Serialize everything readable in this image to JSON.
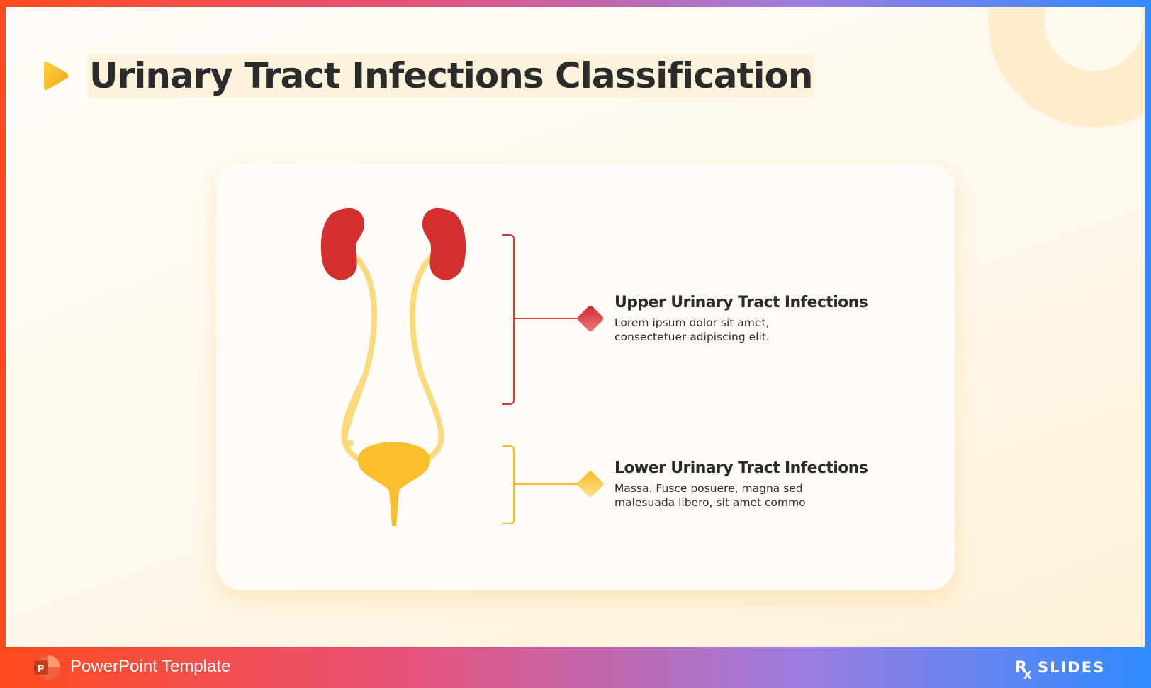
{
  "title": "Urinary Tract Infections Classification",
  "sections": [
    {
      "title": "Upper Urinary Tract Infections",
      "description": "Lorem ipsum dolor sit amet, consectetuer adipiscing elit.",
      "color": "#d43a3a"
    },
    {
      "title": "Lower Urinary Tract Infections",
      "description": "Massa. Fusce posuere, magna sed malesuada libero, sit amet commo",
      "color": "#f6bb2b"
    }
  ],
  "footer": {
    "label": "PowerPoint Template",
    "brand": "RX SLIDES"
  },
  "colors": {
    "kidney": "#d32f2f",
    "ureter": "#fbd97d",
    "bladder": "#fbbf2d",
    "accent_gradient": [
      "#ff4a1c",
      "#e8527a",
      "#9b7de0",
      "#2f8bff"
    ]
  }
}
